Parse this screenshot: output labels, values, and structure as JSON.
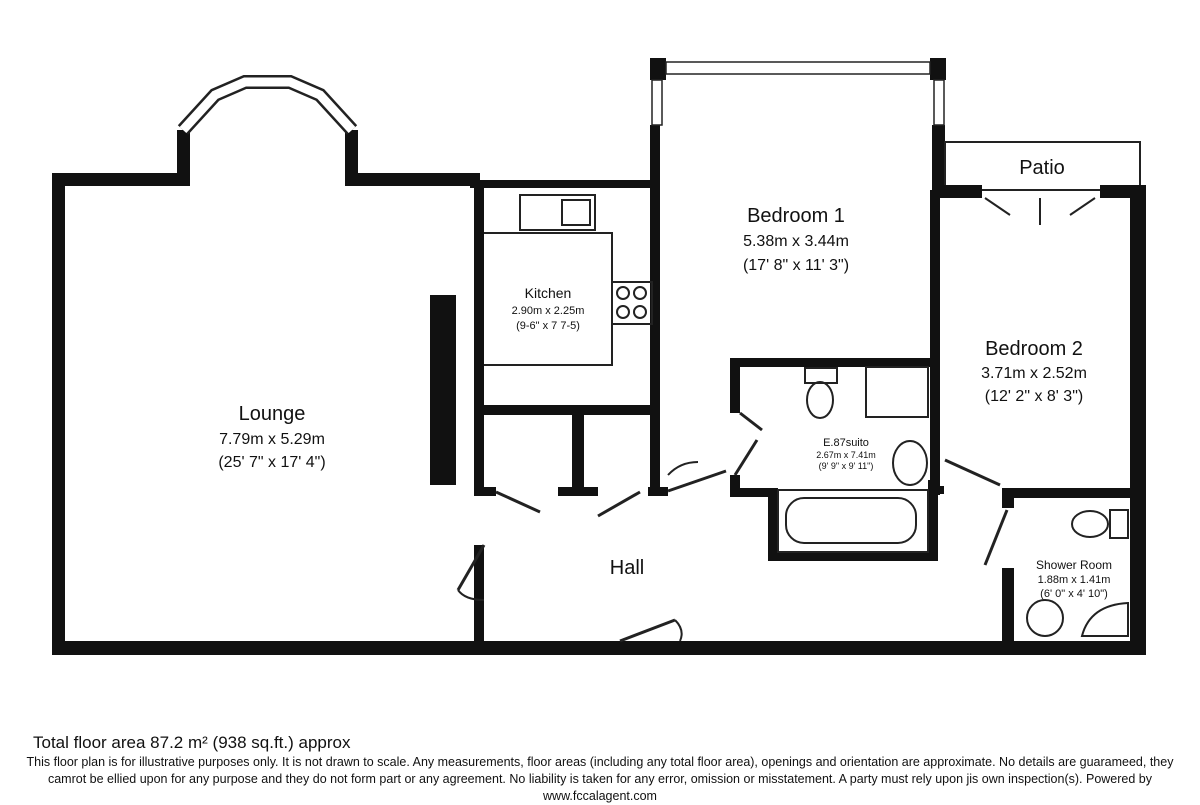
{
  "rooms": {
    "lounge": {
      "name": "Lounge",
      "metric": "7.79m x 5.29m",
      "imperial": "(25' 7\" x 17' 4\")"
    },
    "kitchen": {
      "name": "Kitchen",
      "metric": "2.90m x 2.25m",
      "imperial": "(9-6\" x 7 7-5)"
    },
    "bedroom1": {
      "name": "Bedroom 1",
      "metric": "5.38m x 3.44m",
      "imperial": "(17' 8\" x 11' 3\")"
    },
    "bedroom2": {
      "name": "Bedroom 2",
      "metric": "3.71m x 2.52m",
      "imperial": "(12' 2\" x 8' 3\")"
    },
    "ensuite": {
      "name": "E.87suito",
      "metric": "2.67m x 7.41m",
      "imperial": "(9' 9\" x 9' 11\")"
    },
    "shower": {
      "name": "Shower Room",
      "metric": "1.88m x 1.41m",
      "imperial": "(6' 0\" x 4' 10\")"
    },
    "hall": {
      "name": "Hall"
    },
    "patio": {
      "name": "Patio"
    }
  },
  "footer": {
    "total_area": "Total floor area 87.2 m² (938 sq.ft.) approx",
    "disclaimer": "This floor plan is for illustrative purposes only. It is not drawn to scale. Any measurements, floor areas (including any total floor area), openings and orientation are approximate. No details are guarameed, they camrot be ellied upon for any purpose and they do not form part or any agreement. No liability is taken for any error, omission or misstatement. A party must rely upon jis own inspection(s). Powered by www.fccalagent.com"
  }
}
